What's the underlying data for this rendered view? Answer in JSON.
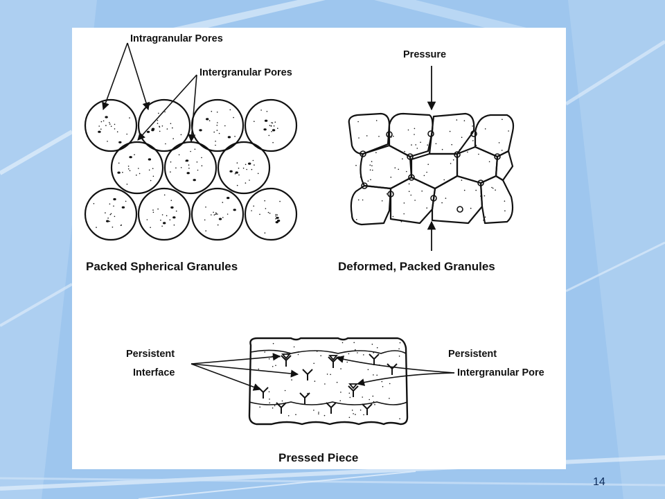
{
  "slide": {
    "page_number": "14",
    "colors": {
      "background": "#9ec6ee",
      "streak": "#cfe3f8",
      "panel": "#ffffff",
      "ink": "#111111"
    }
  },
  "diagram": {
    "packed_spherical": {
      "label_intragranular": "Intragranular Pores",
      "label_intergranular": "Intergranular Pores",
      "caption": "Packed Spherical Granules"
    },
    "deformed_packed": {
      "label_pressure": "Pressure",
      "caption": "Deformed, Packed Granules"
    },
    "pressed_piece": {
      "label_interface_line1": "Persistent",
      "label_interface_line2": "Interface",
      "label_pore_line1": "Persistent",
      "label_pore_line2": "Intergranular Pore",
      "caption": "Pressed Piece"
    }
  }
}
